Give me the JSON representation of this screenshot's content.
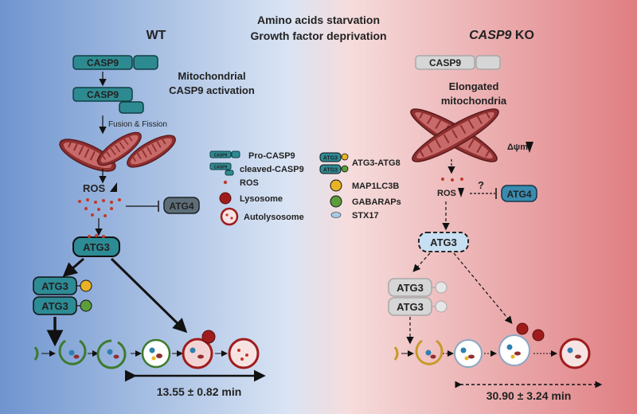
{
  "header": {
    "condition_line1": "Amino acids starvation",
    "condition_line2": "Growth factor deprivation"
  },
  "wt": {
    "title": "WT",
    "casp9_top": "CASP9",
    "casp9_cleaved": "CASP9",
    "activation_line1": "Mitochondrial",
    "activation_line2": "CASP9 activation",
    "fusion_fission": "Fusion & Fission",
    "ros": "ROS",
    "atg4": "ATG4",
    "atg3_main": "ATG3",
    "atg3_conj1": "ATG3",
    "atg3_conj2": "ATG3",
    "time": "13.55 ± 0.82 min"
  },
  "ko": {
    "title_italic": "CASP9",
    "title_suffix": " KO",
    "casp9_ghost": "CASP9",
    "mito_line1": "Elongated",
    "mito_line2": "mitochondria",
    "delta_psi": "Δψm",
    "ros": "ROS",
    "question": "?",
    "atg4": "ATG4",
    "atg3_main": "ATG3",
    "atg3_ghost1": "ATG3",
    "atg3_ghost2": "ATG3",
    "time": "30.90 ± 3.24 min"
  },
  "legend": {
    "pro_casp9": "Pro-CASP9",
    "cleaved_casp9": "cleaved-CASP9",
    "ros": "ROS",
    "lysosome": "Lysosome",
    "autolysosome": "Autolysosome",
    "atg3_atg8": "ATG3-ATG8",
    "map1lc3b": "MAP1LC3B",
    "gabaraps": "GABARAPs",
    "stx17": "STX17",
    "mini_casp9": "CASP9",
    "mini_atg3": "ATG3"
  },
  "colors": {
    "wt_bg": "#7b9fd4",
    "ko_bg": "#e58a8c",
    "casp9_teal": "#2e8a91",
    "atg3_teal": "#2d8b95",
    "mito": "#8f2f30",
    "ros_red": "#c0392b",
    "lc3_yellow": "#e9b325",
    "gabarap_green": "#5b9e3b",
    "stx17_blue": "#a9c9e8",
    "lysosome_red": "#a01c1c",
    "ghost_grey": "#c9c9c9"
  }
}
